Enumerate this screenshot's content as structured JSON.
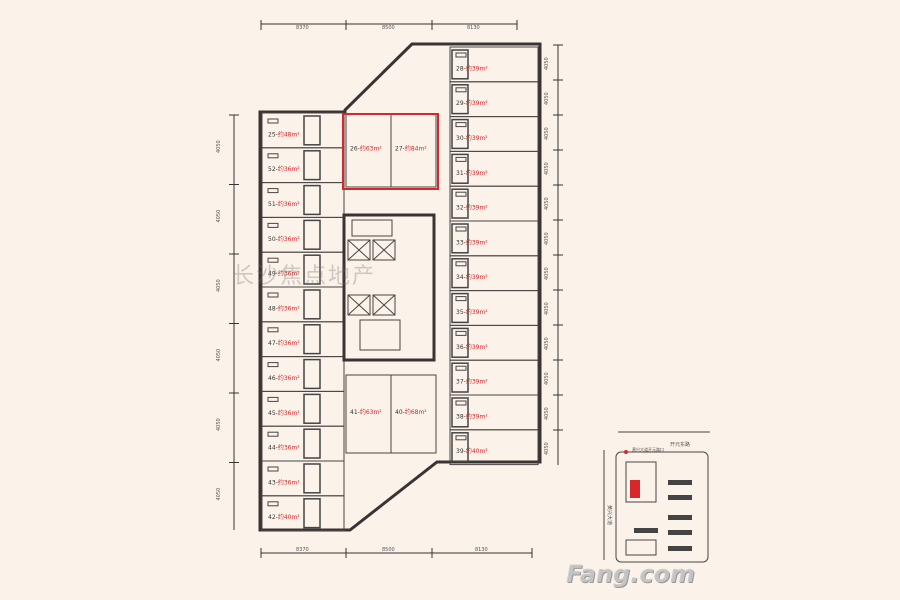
{
  "dimensions": {
    "top": [
      "8370",
      "8500",
      "8130"
    ],
    "bottom": [
      "8370",
      "8500",
      "8130"
    ],
    "left_row": "4050",
    "right_row": "4050"
  },
  "units_left": [
    {
      "no": "25",
      "area": "约48m²"
    },
    {
      "no": "52",
      "area": "约36m²"
    },
    {
      "no": "51",
      "area": "约36m²"
    },
    {
      "no": "50",
      "area": "约36m²"
    },
    {
      "no": "49",
      "area": "约36m²"
    },
    {
      "no": "48",
      "area": "约36m²"
    },
    {
      "no": "47",
      "area": "约36m²"
    },
    {
      "no": "46",
      "area": "约36m²"
    },
    {
      "no": "45",
      "area": "约36m²"
    },
    {
      "no": "44",
      "area": "约36m²"
    },
    {
      "no": "43",
      "area": "约36m²"
    },
    {
      "no": "42",
      "area": "约40m²"
    }
  ],
  "units_right": [
    {
      "no": "28",
      "area": "约39m²"
    },
    {
      "no": "29",
      "area": "约39m²"
    },
    {
      "no": "30",
      "area": "约39m²"
    },
    {
      "no": "31",
      "area": "约39m²"
    },
    {
      "no": "32",
      "area": "约39m²"
    },
    {
      "no": "33",
      "area": "约39m²"
    },
    {
      "no": "34",
      "area": "约39m²"
    },
    {
      "no": "35",
      "area": "约39m²"
    },
    {
      "no": "36",
      "area": "约39m²"
    },
    {
      "no": "37",
      "area": "约39m²"
    },
    {
      "no": "38",
      "area": "约39m²"
    },
    {
      "no": "39",
      "area": "约40m²"
    }
  ],
  "units_center": [
    {
      "no": "26",
      "area": "约63m²"
    },
    {
      "no": "27",
      "area": "约84m²"
    },
    {
      "no": "41",
      "area": "约63m²"
    },
    {
      "no": "40",
      "area": "约68m²"
    }
  ],
  "highlight_color": "#d9262b",
  "site_map": {
    "road_north": "开元东路",
    "road_west": "黄兴大道",
    "marker": "黄兴大道开元路口"
  },
  "watermark": "长沙焦点地产",
  "logo": "Fang.com"
}
